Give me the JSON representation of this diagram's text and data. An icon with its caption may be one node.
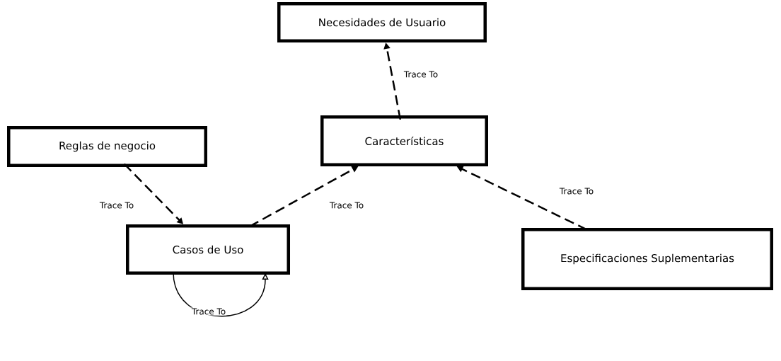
{
  "diagram": {
    "nodes": [
      {
        "text": [
          "Necesidades de Usuario"
        ]
      },
      {
        "text": [
          "Reglas de negocio"
        ]
      },
      {
        "text": [
          "Características"
        ]
      },
      {
        "text": [
          "Casos de Uso"
        ]
      },
      {
        "text": [
          "Especificaciones Suplementarias"
        ]
      }
    ],
    "edges": [
      {
        "from": 2,
        "to": 0,
        "arrow": "to",
        "label": "Trace To",
        "style": "dashed"
      },
      {
        "from": 1,
        "to": 3,
        "arrow": "to",
        "label": "Trace To",
        "style": "dashed"
      },
      {
        "from": 3,
        "to": 2,
        "arrow": "to",
        "label": "Trace To",
        "style": "dashed"
      },
      {
        "from": 4,
        "to": 2,
        "arrow": "to",
        "label": "Trace To",
        "style": "dashed"
      },
      {
        "from": 3,
        "to": 3,
        "arrow": "to",
        "label": "Trace To"
      }
    ]
  }
}
